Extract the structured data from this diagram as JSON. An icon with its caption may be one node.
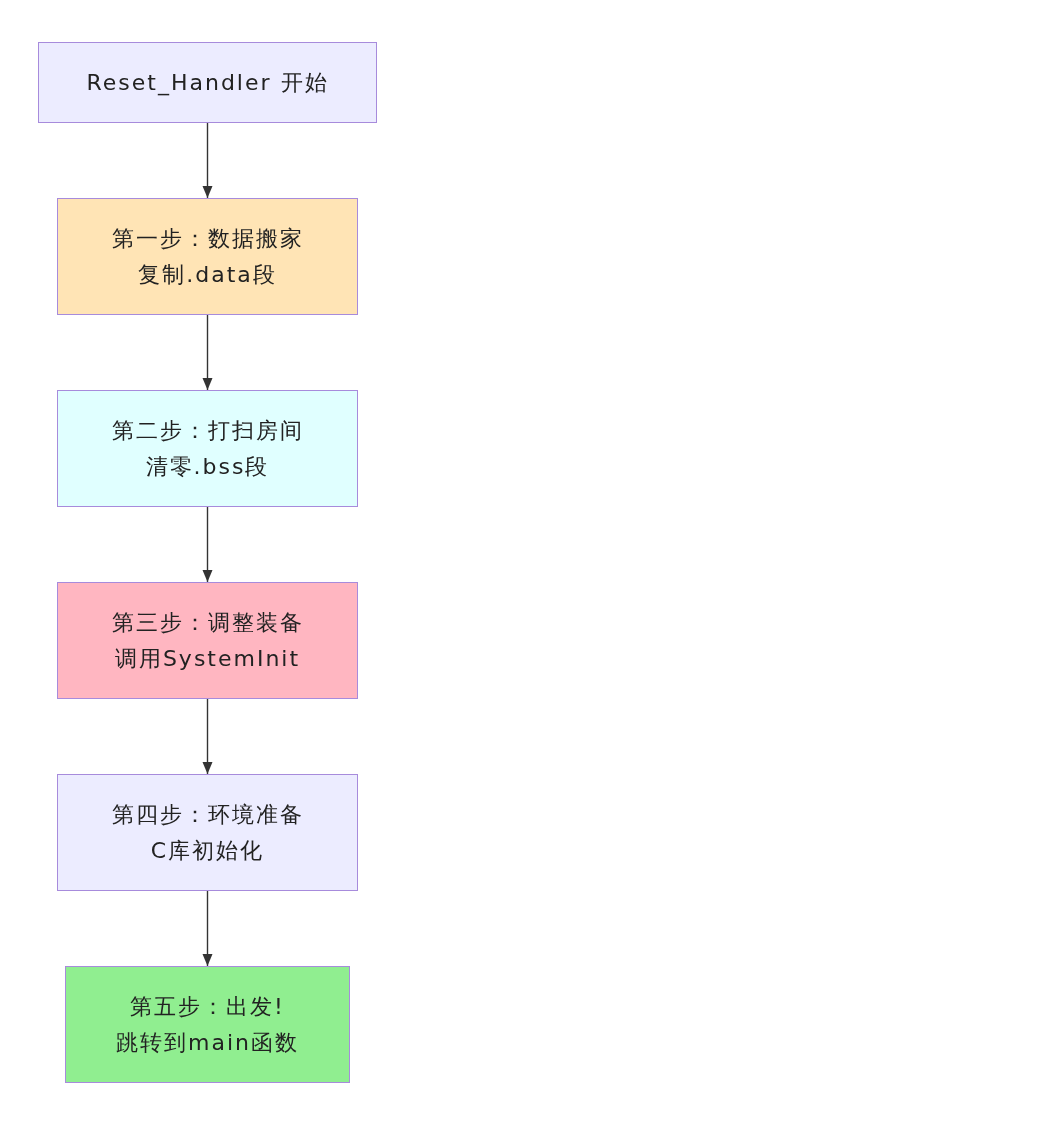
{
  "diagram": {
    "nodes": [
      {
        "text": [
          "Reset_Handler 开始"
        ]
      },
      {
        "text": [
          "第一步：数据搬家",
          "复制.data段"
        ]
      },
      {
        "text": [
          "第二步：打扫房间",
          "清零.bss段"
        ]
      },
      {
        "text": [
          "第三步：调整装备",
          "调用SystemInit"
        ]
      },
      {
        "text": [
          "第四步：环境准备",
          "C库初始化"
        ]
      },
      {
        "text": [
          "第五步：出发!",
          "跳转到main函数"
        ]
      }
    ],
    "edges": [
      {
        "from": 0,
        "to": 1,
        "arrow": "to"
      },
      {
        "from": 1,
        "to": 2,
        "arrow": "to"
      },
      {
        "from": 2,
        "to": 3,
        "arrow": "to"
      },
      {
        "from": 3,
        "to": 4,
        "arrow": "to"
      },
      {
        "from": 4,
        "to": 5,
        "arrow": "to"
      }
    ]
  }
}
